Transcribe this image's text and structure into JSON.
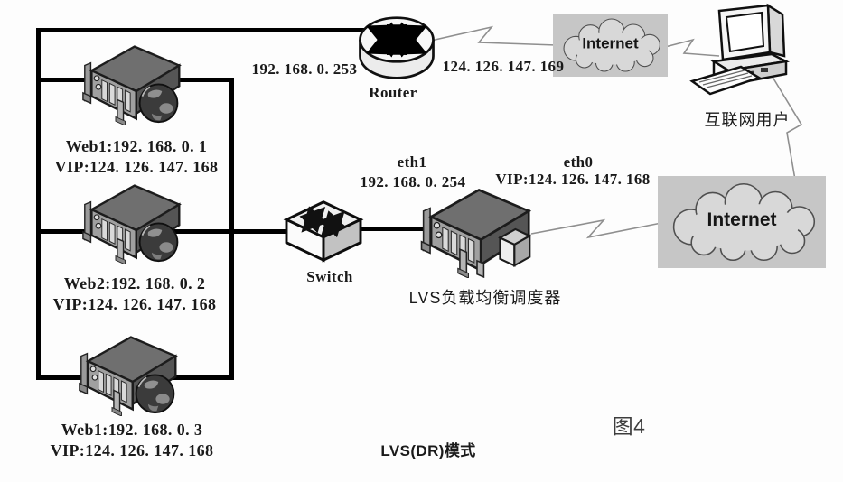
{
  "figure": {
    "caption": "LVS(DR)模式",
    "number": "图4"
  },
  "router": {
    "name": "Router",
    "lan_ip": "192. 168. 0. 253",
    "wan_ip": "124. 126. 147. 169"
  },
  "internet_top": {
    "label": "Internet"
  },
  "internet_bottom": {
    "label": "Internet"
  },
  "internet_user": {
    "label": "互联网用户"
  },
  "switch": {
    "name": "Switch"
  },
  "lvs": {
    "name": "LVS负载均衡调度器",
    "eth1_label": "eth1",
    "eth1_ip": "192. 168. 0. 254",
    "eth0_label": "eth0",
    "eth0_ip": "VIP:124. 126. 147. 168"
  },
  "servers": [
    {
      "name": "Web1:192. 168. 0. 1",
      "vip": "VIP:124. 126. 147. 168"
    },
    {
      "name": "Web2:192. 168. 0. 2",
      "vip": "VIP:124. 126. 147. 168"
    },
    {
      "name": "Web1:192. 168. 0. 3",
      "vip": "VIP:124. 126. 147. 168"
    }
  ],
  "colors": {
    "lan_line": "#000000",
    "wan_line": "#8f8f8f",
    "cloud_bg": "#c6c6c6",
    "cloud_fill": "#d8d8d8",
    "text": "#1a1a1a"
  }
}
